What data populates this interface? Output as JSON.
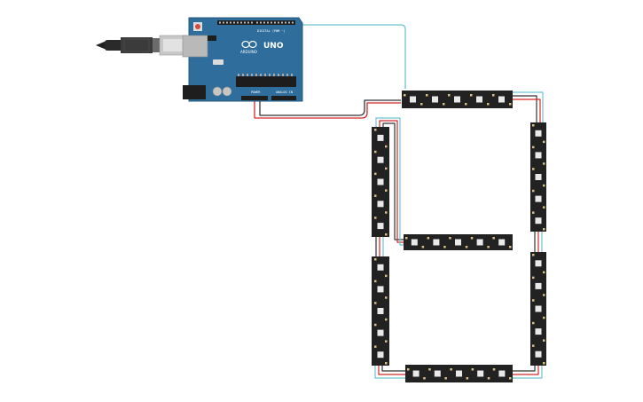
{
  "arduino": {
    "model_label": "UNO",
    "brand_label": "ARDUINO",
    "digital_label": "DIGITAL (PWM ~)",
    "power_label": "POWER",
    "analog_label": "ANALOG IN"
  },
  "colors": {
    "board": "#2f6e9c",
    "board_edge": "#235879",
    "strip": "#222222",
    "led": "#e9e9e9",
    "wire_red": "#d62828",
    "wire_dark": "#333333",
    "wire_cyan": "#6fc3d0"
  },
  "display": {
    "segments": [
      "a",
      "b",
      "c",
      "d",
      "e",
      "f",
      "g"
    ],
    "leds_per_segment": 5
  }
}
